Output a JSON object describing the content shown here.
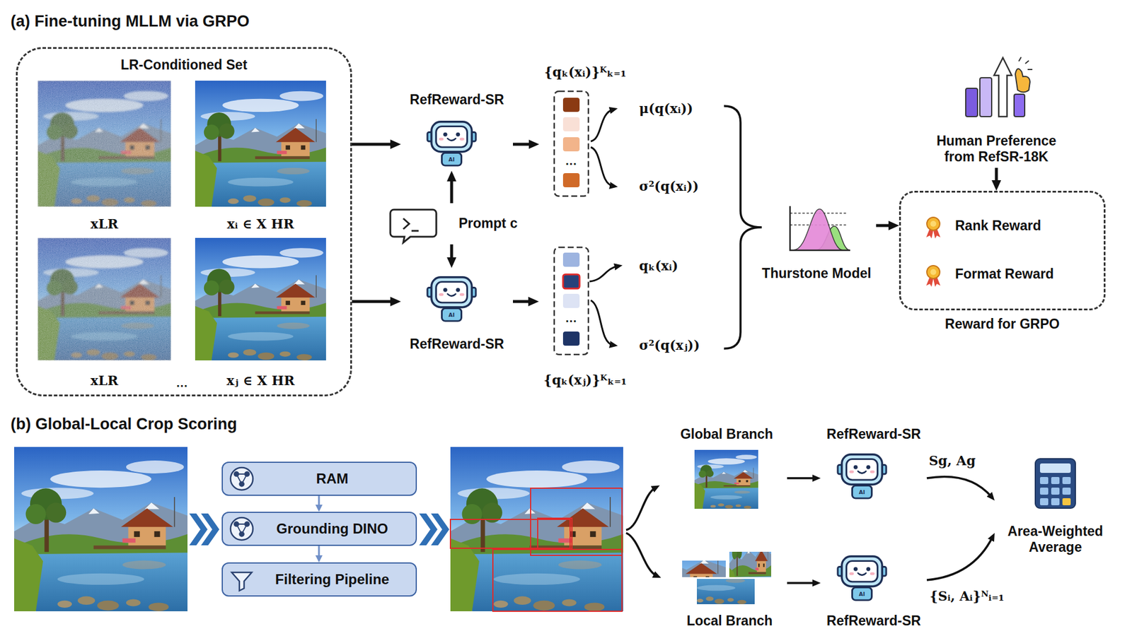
{
  "diagram": {
    "nodes": [
      {
        "text": [
          "LR-Conditioned Set"
        ]
      },
      {
        "text": [
          "RefReward-SR"
        ]
      },
      {
        "text": [
          "Prompt c"
        ]
      },
      {
        "text": [
          "RefReward-SR"
        ]
      },
      {
        "text": [
          "{qₖ(xᵢ)}ᴷₖ₌₁"
        ]
      },
      {
        "text": [
          "{qₖ(xⱼ)}ᴷₖ₌₁"
        ]
      },
      {
        "text": [
          "Thurstone Model"
        ]
      },
      {
        "text": [
          "Reward for GRPO"
        ]
      },
      {
        "text": [
          "Rank Reward"
        ],
        "in": 7
      },
      {
        "text": [
          "Format Reward"
        ],
        "in": 7
      },
      {
        "text": [
          "Human Preference from RefSR-18K"
        ]
      },
      {
        "text": [
          "RAM"
        ]
      },
      {
        "text": [
          "Grounding DINO"
        ]
      },
      {
        "text": [
          "Filtering Pipeline"
        ]
      },
      {
        "text": [
          "Global Branch"
        ]
      },
      {
        "text": [
          "Local Branch"
        ]
      },
      {
        "text": [
          "RefReward-SR"
        ]
      },
      {
        "text": [
          "RefReward-SR"
        ]
      },
      {
        "text": [
          "Area-Weighted Average"
        ]
      }
    ],
    "edges": [
      {
        "from": 0,
        "to": 1,
        "arrow": "to"
      },
      {
        "from": 0,
        "to": 3,
        "arrow": "to"
      },
      {
        "from": 2,
        "to": 1,
        "arrow": "to"
      },
      {
        "from": 2,
        "to": 3,
        "arrow": "to"
      },
      {
        "from": 1,
        "to": 4,
        "arrow": "to"
      },
      {
        "from": 3,
        "to": 5,
        "arrow": "to"
      },
      {
        "from": 6,
        "to": 7,
        "arrow": "to"
      },
      {
        "from": 10,
        "to": 7,
        "arrow": "to"
      },
      {
        "from": 11,
        "to": 12,
        "arrow": "to"
      },
      {
        "from": 12,
        "to": 13,
        "arrow": "to"
      },
      {
        "from": 14,
        "to": 16,
        "arrow": "to"
      },
      {
        "from": 15,
        "to": 17,
        "arrow": "to"
      },
      {
        "from": 16,
        "to": 18,
        "label": "Sg, Ag",
        "arrow": "to"
      },
      {
        "from": 17,
        "to": 18,
        "label": "{Sᵢ, Aᵢ}ᴺᵢ₌₁",
        "arrow": "to"
      }
    ],
    "labels": [
      "(a) Fine-tuning MLLM via GRPO",
      "xLR",
      "xᵢ ∈ X HR",
      "xLR",
      "...",
      "xⱼ ∈ X HR",
      "...",
      "...",
      "μ(q(xᵢ))",
      "σ²(q(xᵢ))",
      "qₖ(xᵢ)",
      "σ²(q(xⱼ))",
      "AI",
      "AI",
      "AI",
      "AI",
      "(b) Global-Local Crop Scoring"
    ]
  }
}
